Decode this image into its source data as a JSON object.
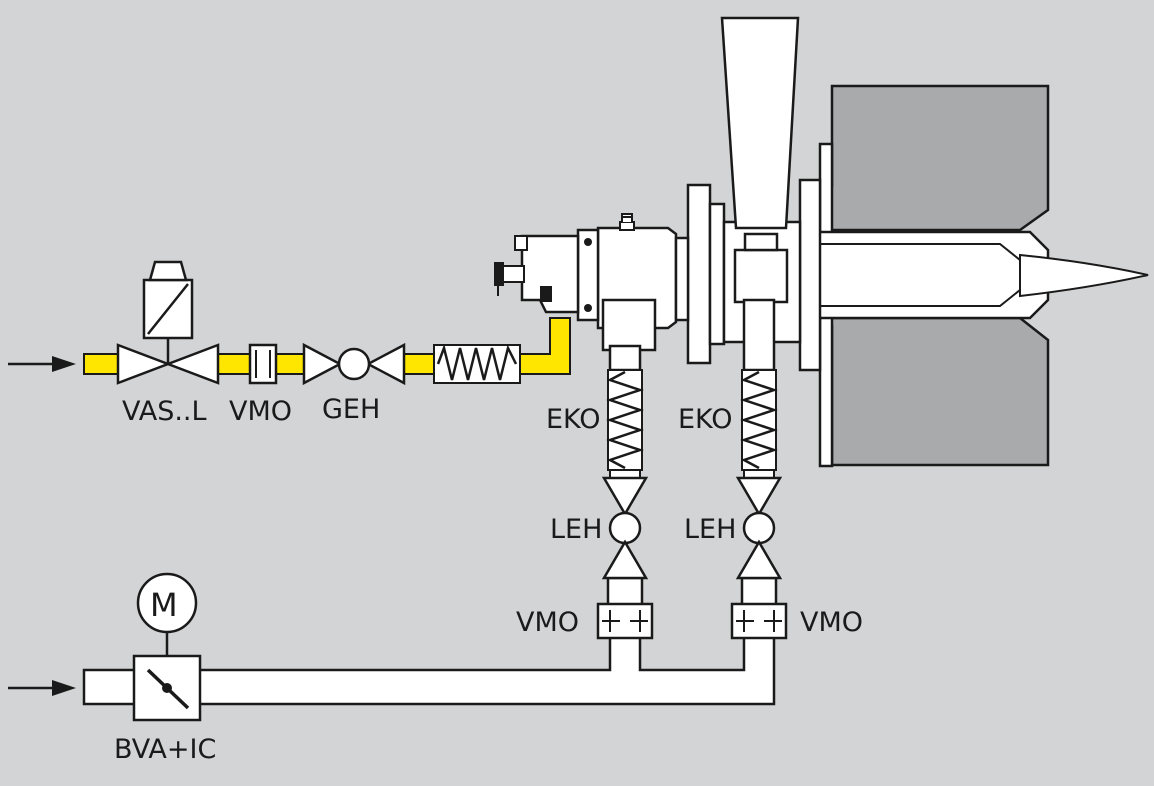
{
  "labels": {
    "vas": "VAS..L",
    "vmo_gas": "VMO",
    "geh": "GEH",
    "eko_1": "EKO",
    "eko_2": "EKO",
    "leh_1": "LEH",
    "leh_2": "LEH",
    "vmo_air_1": "VMO",
    "vmo_air_2": "VMO",
    "motor": "M",
    "bva": "BVA+IC"
  },
  "colors": {
    "background": "#d3d4d5",
    "gas_pipe": "#ffe600",
    "line": "#1a1a1a",
    "component_fill": "#ffffff",
    "wall": "#a9aaac"
  },
  "icons": [
    "inlet-arrow-icon",
    "solenoid-valve-icon",
    "orifice-icon",
    "gas-valve-icon",
    "motor-icon",
    "butterfly-valve-icon",
    "bellows-icon",
    "burner-icon",
    "flame-icon"
  ]
}
